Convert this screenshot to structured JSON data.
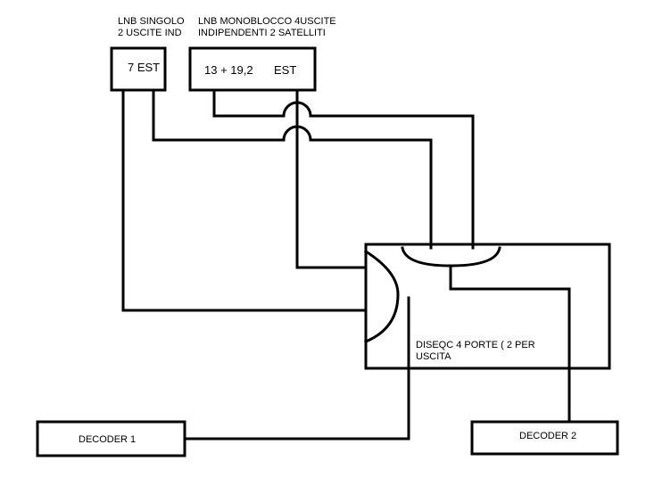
{
  "lnb_single": {
    "caption_line1": "LNB SINGOLO",
    "caption_line2": "2 USCITE IND",
    "position_label": "7 EST"
  },
  "lnb_monoblock": {
    "caption_line1": "LNB MONOBLOCCO 4USCITE",
    "caption_line2": "INDIPENDENTI 2 SATELLITI",
    "position_value": "13 + 19,2",
    "position_unit": "EST"
  },
  "diseqc": {
    "label_line1": "DISEQC 4 PORTE ( 2 PER",
    "label_line2": "USCITA"
  },
  "decoder1": {
    "label": "DECODER 1"
  },
  "decoder2": {
    "label": "DECODER 2"
  }
}
